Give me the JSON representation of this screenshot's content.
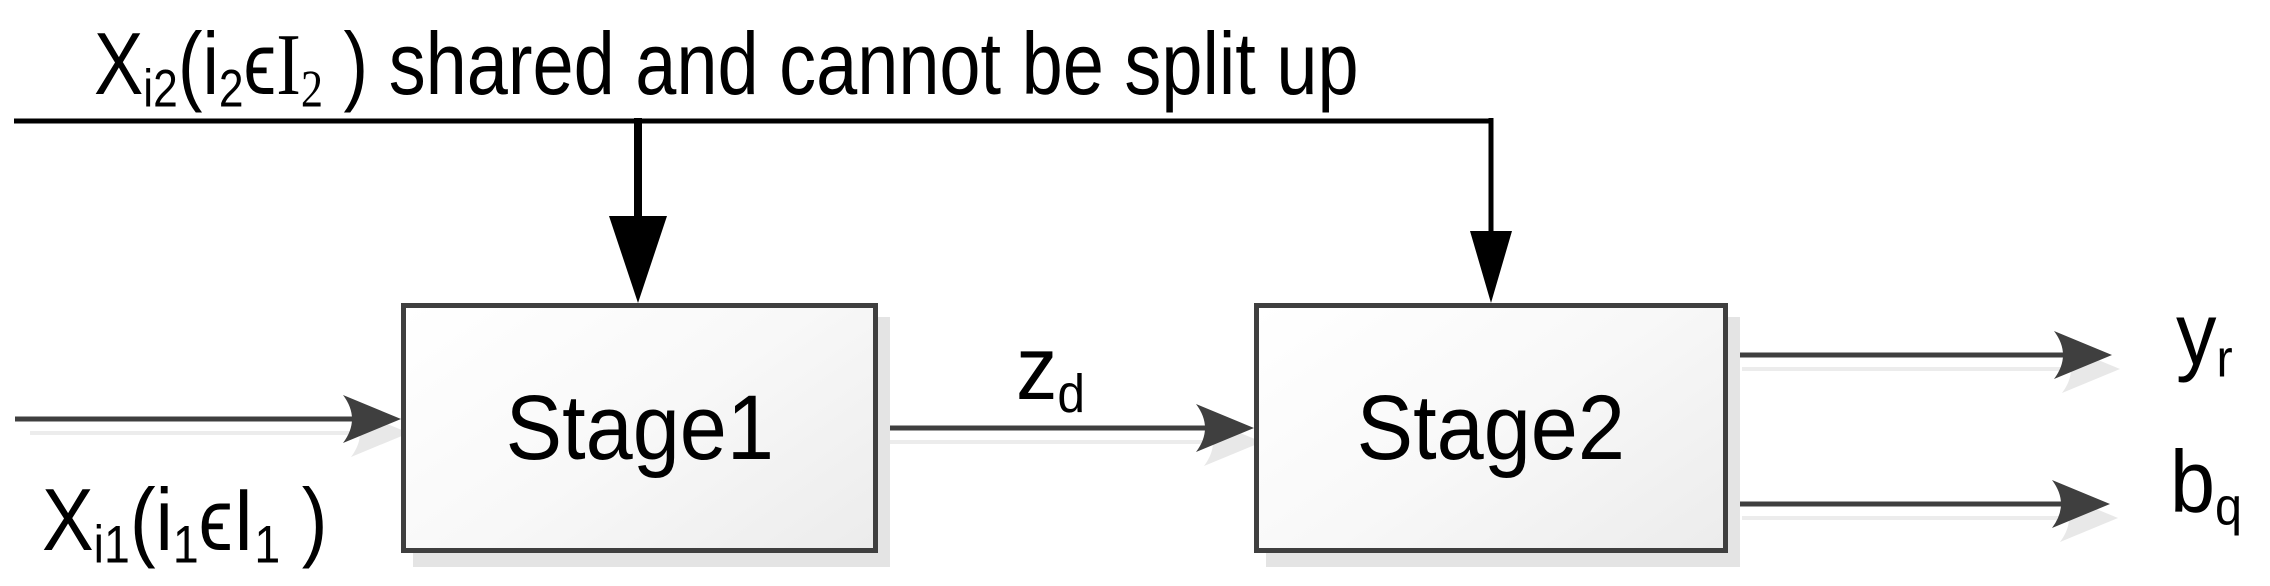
{
  "diagram": {
    "stage1_label": "Stage1",
    "stage2_label": "Stage2",
    "shared_input_label": {
      "p0": "X",
      "p1": "i2",
      "p2": "(i",
      "p3": "2",
      "p4": "ϵ",
      "p5": "I",
      "p6": "2",
      "p7": " )",
      "p8": " shared and cannot be split up"
    },
    "input1_label": {
      "p0": "X",
      "p1": "i1",
      "p2": "(i",
      "p3": "1",
      "p4": "ϵ",
      "p5": "I",
      "p6": "1",
      "p7": " )"
    },
    "intermediate_label": {
      "base": "z",
      "sub": "d"
    },
    "output1_label": {
      "base": "y",
      "sub": "r"
    },
    "output2_label": {
      "base": "b",
      "sub": "q"
    }
  },
  "icons": {
    "down_arrow_stage1": "down-arrowhead",
    "down_arrow_stage2": "down-arrowhead",
    "input_arrowhead": "right-arrowhead",
    "intermediate_arrowhead": "right-arrowhead",
    "output1_arrowhead": "right-arrowhead",
    "output2_arrowhead": "right-arrowhead"
  },
  "colors": {
    "shared_line": "#000000",
    "connector_line": "#3f3f3f",
    "box_border": "#3f3f3f",
    "box_fill_top": "#ffffff",
    "box_fill_bottom": "#ececec",
    "shadow": "#e4e4e4",
    "text": "#000000"
  }
}
